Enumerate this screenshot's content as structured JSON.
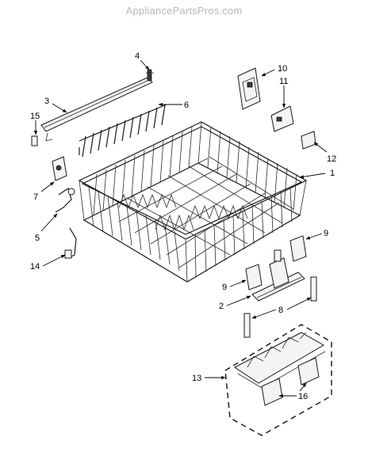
{
  "watermark": "AppliancePartsPros.com",
  "callouts": {
    "c1": "1",
    "c2": "2",
    "c3": "3",
    "c4": "4",
    "c5": "5",
    "c6": "6",
    "c7": "7",
    "c8": "8",
    "c9a": "9",
    "c9b": "9",
    "c10": "10",
    "c11": "11",
    "c12": "12",
    "c13": "13",
    "c14": "14",
    "c15": "15",
    "c16": "16"
  }
}
